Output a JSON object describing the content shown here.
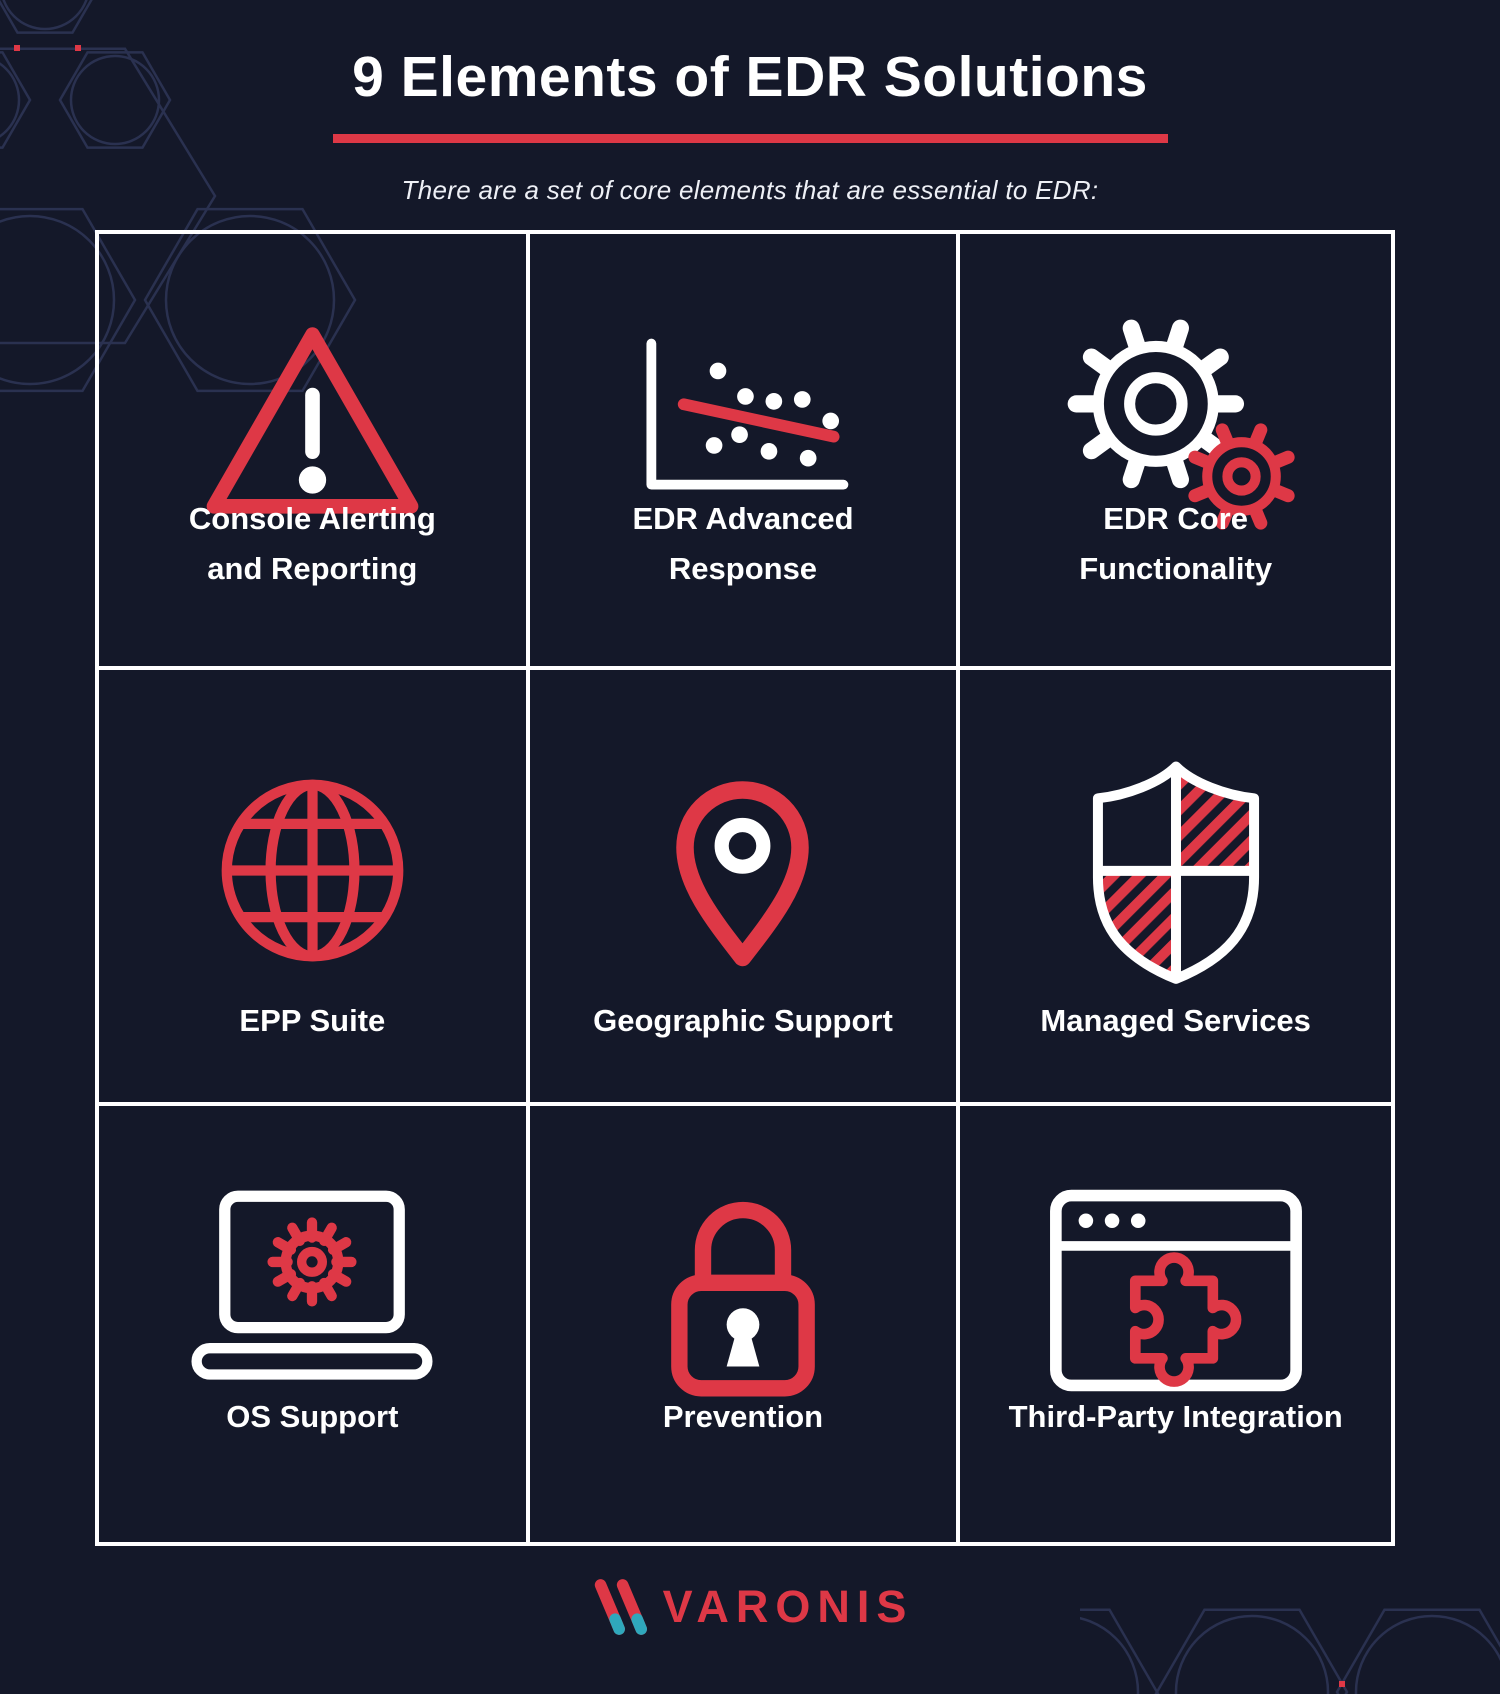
{
  "page": {
    "title": "9 Elements of EDR Solutions",
    "subtitle": "There are a set of core elements that are essential to EDR:"
  },
  "colors": {
    "background": "#141829",
    "accent_red": "#de3846",
    "white": "#ffffff",
    "teal": "#2fa8bc",
    "hexagon_line": "#2a3150"
  },
  "grid": {
    "cells": [
      {
        "label": "Console Alerting and Reporting",
        "icon": "warning-triangle-icon"
      },
      {
        "label": "EDR Advanced Response",
        "icon": "scatter-chart-icon"
      },
      {
        "label": "EDR Core Functionality",
        "icon": "gears-icon"
      },
      {
        "label": "EPP Suite",
        "icon": "globe-icon"
      },
      {
        "label": "Geographic Support",
        "icon": "location-pin-icon"
      },
      {
        "label": "Managed Services",
        "icon": "shield-icon"
      },
      {
        "label": "OS Support",
        "icon": "laptop-gear-icon"
      },
      {
        "label": "Prevention",
        "icon": "padlock-icon"
      },
      {
        "label": "Third-Party Integration",
        "icon": "browser-puzzle-icon"
      }
    ]
  },
  "footer": {
    "logo_text": "VARONIS"
  }
}
